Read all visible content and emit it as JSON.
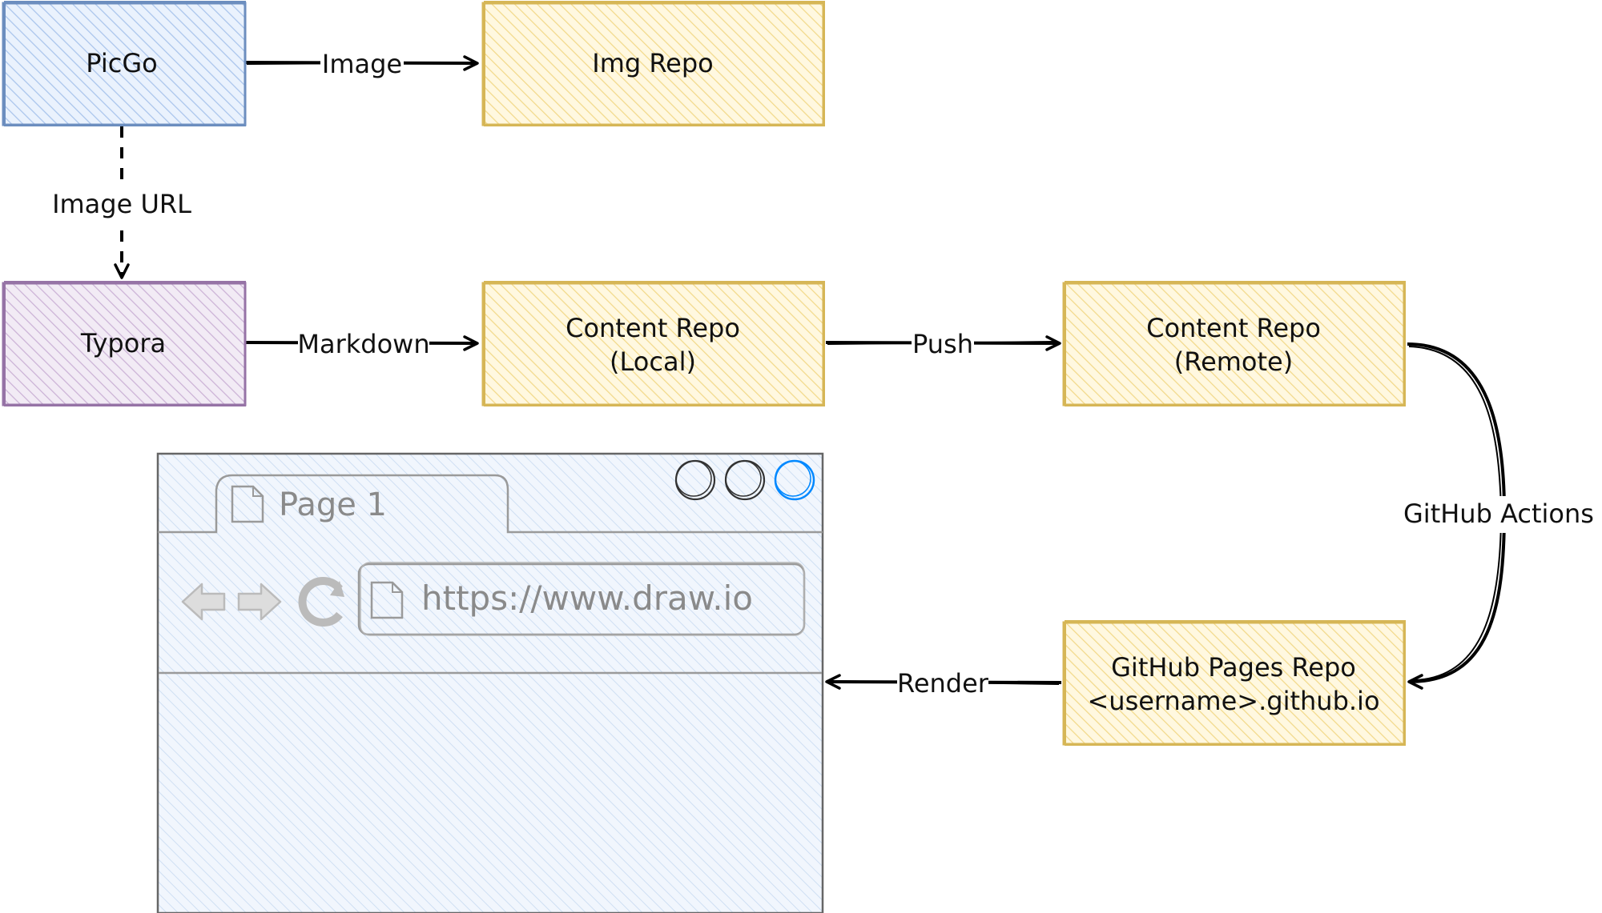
{
  "diagram": {
    "nodes": {
      "picgo": {
        "label": "PicGo"
      },
      "img_repo": {
        "label": "Img Repo"
      },
      "typora": {
        "label": "Typora"
      },
      "content_local": {
        "line1": "Content Repo",
        "line2": "(Local)"
      },
      "content_remote": {
        "line1": "Content Repo",
        "line2": "(Remote)"
      },
      "pages_repo": {
        "line1": "GitHub Pages Repo",
        "line2": "<username>.github.io"
      }
    },
    "edges": {
      "image": "Image",
      "image_url": "Image URL",
      "markdown": "Markdown",
      "push": "Push",
      "github_actions": "GitHub Actions",
      "render": "Render"
    },
    "browser": {
      "tab_label": "Page 1",
      "url": "https://www.draw.io"
    },
    "colors": {
      "blue_fill": "#dae8fc",
      "blue_stroke": "#6c8ebf",
      "yellow_fill": "#fff2cc",
      "yellow_stroke": "#d6b656",
      "purple_fill": "#e1d5e7",
      "purple_stroke": "#9673a6",
      "browser_fill": "#dae8fc",
      "browser_stroke": "#666666",
      "edge": "#000000",
      "accent_blue": "#0088ff"
    },
    "icons": [
      "document-icon",
      "back-arrow-icon",
      "forward-arrow-icon",
      "refresh-icon",
      "minimize-icon",
      "maximize-icon",
      "close-icon"
    ]
  }
}
